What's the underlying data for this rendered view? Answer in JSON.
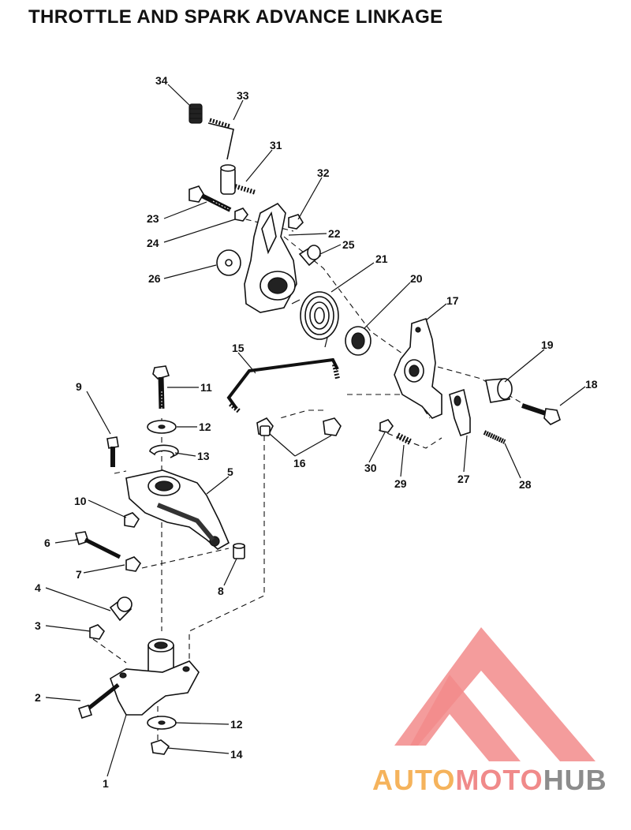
{
  "header": {
    "title": "THROTTLE AND SPARK ADVANCE LINKAGE"
  },
  "callouts": [
    {
      "id": "c1",
      "text": "1"
    },
    {
      "id": "c2",
      "text": "2"
    },
    {
      "id": "c3",
      "text": "3"
    },
    {
      "id": "c4",
      "text": "4"
    },
    {
      "id": "c5",
      "text": "5"
    },
    {
      "id": "c6",
      "text": "6"
    },
    {
      "id": "c7",
      "text": "7"
    },
    {
      "id": "c8",
      "text": "8"
    },
    {
      "id": "c9",
      "text": "9"
    },
    {
      "id": "c10",
      "text": "10"
    },
    {
      "id": "c11",
      "text": "11"
    },
    {
      "id": "c12a",
      "text": "12"
    },
    {
      "id": "c12b",
      "text": "12"
    },
    {
      "id": "c13",
      "text": "13"
    },
    {
      "id": "c14",
      "text": "14"
    },
    {
      "id": "c15",
      "text": "15"
    },
    {
      "id": "c16",
      "text": "16"
    },
    {
      "id": "c17",
      "text": "17"
    },
    {
      "id": "c18",
      "text": "18"
    },
    {
      "id": "c19",
      "text": "19"
    },
    {
      "id": "c20",
      "text": "20"
    },
    {
      "id": "c21",
      "text": "21"
    },
    {
      "id": "c22",
      "text": "22"
    },
    {
      "id": "c23",
      "text": "23"
    },
    {
      "id": "c24",
      "text": "24"
    },
    {
      "id": "c25",
      "text": "25"
    },
    {
      "id": "c26",
      "text": "26"
    },
    {
      "id": "c27",
      "text": "27"
    },
    {
      "id": "c28",
      "text": "28"
    },
    {
      "id": "c29",
      "text": "29"
    },
    {
      "id": "c30",
      "text": "30"
    },
    {
      "id": "c31",
      "text": "31"
    },
    {
      "id": "c32",
      "text": "32"
    },
    {
      "id": "c33",
      "text": "33"
    },
    {
      "id": "c34",
      "text": "34"
    }
  ],
  "watermark": {
    "part1": "AUTO",
    "part2": "MOTO",
    "part3": "HUB",
    "colors": {
      "auto": "#f5b35c",
      "moto": "#f08a8a",
      "hub": "#8c8c8c",
      "triangle": "#f28b8b"
    }
  }
}
